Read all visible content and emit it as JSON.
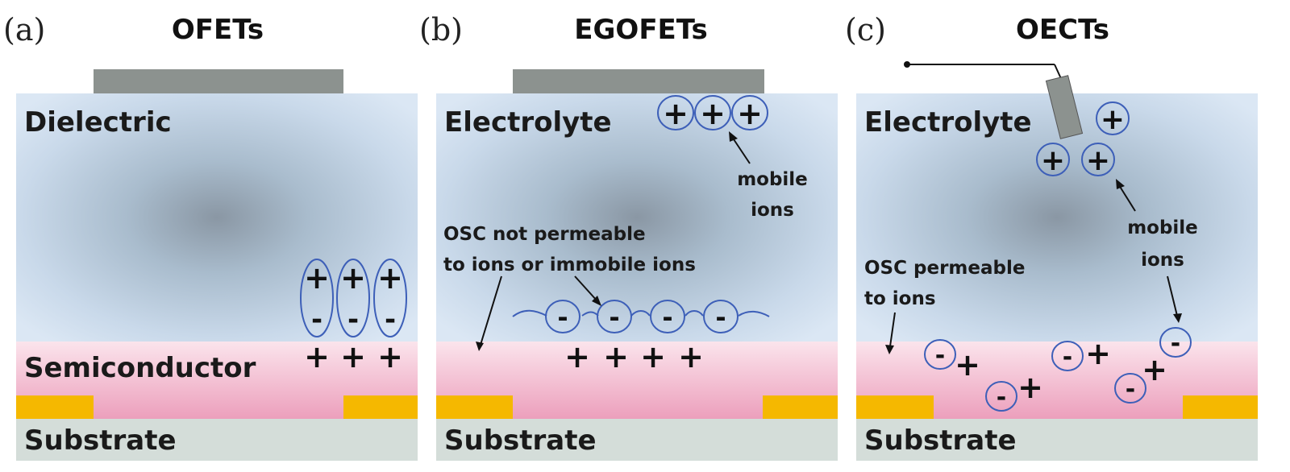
{
  "panels": [
    {
      "tag": "(a)",
      "title": "OFETs",
      "top_layer": "Dielectric",
      "middle_layer": "Semiconductor",
      "bottom_layer": "Substrate"
    },
    {
      "tag": "(b)",
      "title": "EGOFETs",
      "top_layer": "Electrolyte",
      "bottom_layer": "Substrate",
      "mobile_ions_line1": "mobile",
      "mobile_ions_line2": "ions",
      "osc_line1": "OSC not permeable",
      "osc_line2": "to ions or immobile ions"
    },
    {
      "tag": "(c)",
      "title": "OECTs",
      "top_layer": "Electrolyte",
      "bottom_layer": "Substrate",
      "mobile_ions_line1": "mobile",
      "mobile_ions_line2": "ions",
      "osc_line1": "OSC permeable",
      "osc_line2": "to ions"
    }
  ],
  "signs": {
    "plus": "+",
    "minus": "-"
  },
  "colors": {
    "gate": "#8c928f",
    "electrode": "#f5b800",
    "substrate": "#d4ddd9",
    "ion_outline": "#3d5fb8",
    "top_layer": "#dbe7f4",
    "semiconductor": "#f4c6d6"
  }
}
